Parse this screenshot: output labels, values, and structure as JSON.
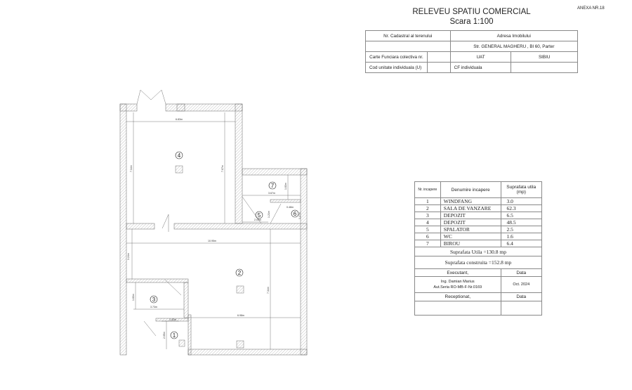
{
  "header": {
    "title": "RELEVEU SPATIU COMERCIAL",
    "scale": "Scara 1:100",
    "annex": "ANEXA NR.18"
  },
  "info_table": {
    "cadastral_label": "Nr. Cadastral al terenului",
    "cadastral_value": "",
    "address_label": "Adresa Imobilului",
    "address_value": "Str. GENERAL MAGHERU , Bl 60, Parter",
    "carte_funciara_label": "Carte Funciara colectiva nr.",
    "carte_funciara_value": "",
    "uat_label": "UAT",
    "uat_value": "SIBIU",
    "cod_unitate_label": "Cod unitate individuala   (U)",
    "cod_unitate_value": "",
    "cf_label": "CF   individuala",
    "cf_value": ""
  },
  "rooms_table": {
    "headers": {
      "nr": "Nr. incapere",
      "name": "Denumire incapere",
      "area": "Suprafata utila (mp)"
    },
    "rows": [
      {
        "nr": "1",
        "name": "WINDFANG",
        "area": "3.0"
      },
      {
        "nr": "2",
        "name": "SALA DE VANZARE",
        "area": "62.3"
      },
      {
        "nr": "3",
        "name": "DEPOZIT",
        "area": "6.5"
      },
      {
        "nr": "4",
        "name": "DEPOZIT",
        "area": "48.5"
      },
      {
        "nr": "5",
        "name": "SPALATOR",
        "area": "2.5"
      },
      {
        "nr": "6",
        "name": "WC",
        "area": "1.6"
      },
      {
        "nr": "7",
        "name": "BIROU",
        "area": "6.4"
      }
    ],
    "total_utila": "Suprafata Utila =130.8 mp",
    "total_construita": "Suprafata construita =152.8 mp",
    "executant_label": "Executant,",
    "date_label": "Data",
    "executant_name": "Ing. Damian Marius",
    "executant_id": "Aut.Seria RO-MB-F-Nr.0169",
    "executant_date": "Oct. 2024",
    "receptionat_label": "Receptionat,",
    "receptionat_date_label": "Data"
  },
  "floor_plan": {
    "room_numbers": [
      "1",
      "2",
      "3",
      "4",
      "5",
      "6",
      "7"
    ],
    "dimensions": {
      "r4_width": "6.83m",
      "r4_left_height": "7.34m",
      "r4_right_height": "7.07m",
      "r7_width": "3.67m",
      "r7_height": "1.83m",
      "r5_width": "2.09m",
      "r5_height": "1.21m",
      "r6_width": "0.48m",
      "r6_height": "1.27m",
      "r2_width": "10.95m",
      "r2_left_height": "3.24m",
      "r2_right_height": "7.34m",
      "r2_lower_width": "6.98m",
      "r3_width": "3.73m",
      "r3_height": "1.83m",
      "r1_width": "1.42m",
      "r1_height": "2.05m"
    }
  }
}
